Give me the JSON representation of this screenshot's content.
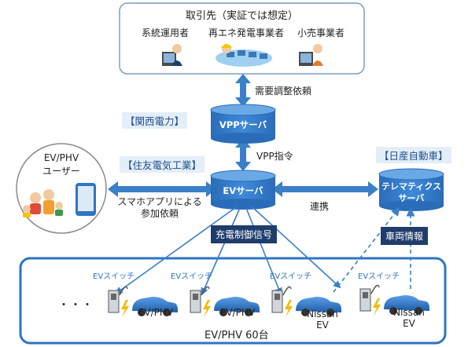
{
  "partners": {
    "title": "取引先（実証では想定）",
    "roles": [
      {
        "label": "系統運用者"
      },
      {
        "label": "再エネ発電事業者"
      },
      {
        "label": "小売事業者"
      }
    ]
  },
  "arrows": {
    "demand_request": "需要調整依頼",
    "vpp_command": "VPP指令",
    "participation_request": "スマホアプリによる\n参加依頼",
    "collaboration": "連携"
  },
  "servers": {
    "vpp": "VPPサーバ",
    "ev": "EVサーバ",
    "telematics_line1": "テレマティクス",
    "telematics_line2": "サーバ"
  },
  "companies": {
    "kepco": "【関西電力】",
    "sumitomo": "【住友電気工業】",
    "nissan": "【日産自動車】"
  },
  "user": {
    "label_line1": "EV/PHV",
    "label_line2": "ユーザー"
  },
  "signals": {
    "charge_control": "充電制御信号",
    "vehicle_info": "車両情報"
  },
  "fleet": {
    "ellipsis": "・・・",
    "total": "EV/PHV 60台",
    "switch_label": "EVスイッチ",
    "vehicles": [
      {
        "label_line1": "EV/PHV",
        "label_line2": ""
      },
      {
        "label_line1": "EV/PHV",
        "label_line2": ""
      },
      {
        "label_line1": "Nissan",
        "label_line2": "EV"
      },
      {
        "label_line1": "Nissan",
        "label_line2": "EV"
      }
    ]
  },
  "colors": {
    "server_blue": "#2e75c2",
    "arrow_blue": "#3a7fc8",
    "box_border": "#2e75c2",
    "dark_label": "#1f3d6b",
    "lightning": "#f5b800"
  }
}
